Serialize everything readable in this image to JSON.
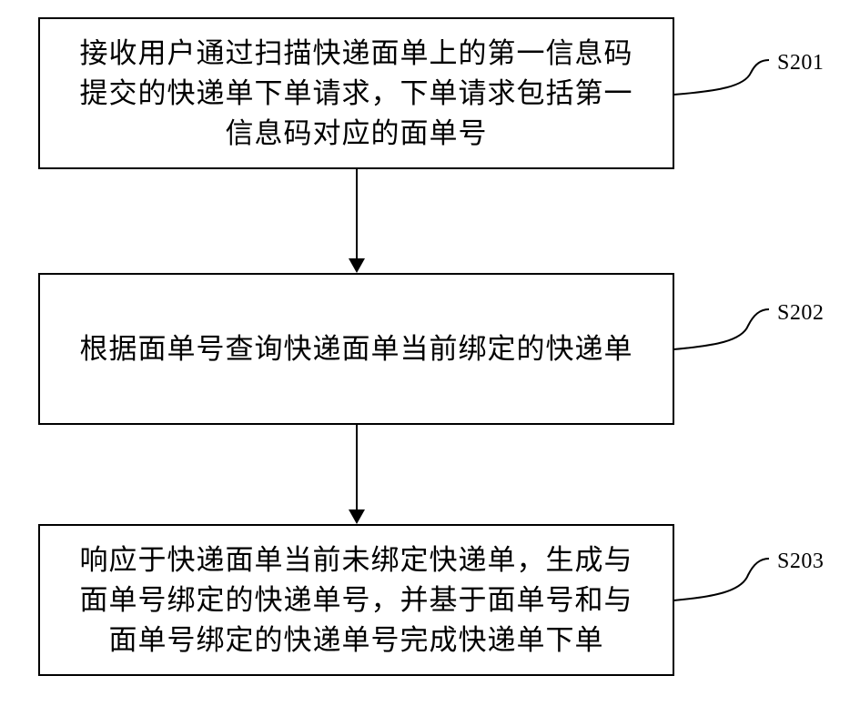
{
  "diagram": {
    "steps": [
      {
        "id": "S201",
        "text": "接收用户通过扫描快递面单上的第一信息码\n提交的快递单下单请求，下单请求包括第一\n信息码对应的面单号"
      },
      {
        "id": "S202",
        "text": "根据面单号查询快递面单当前绑定的快递单"
      },
      {
        "id": "S203",
        "text": "响应于快递面单当前未绑定快递单，生成与\n面单号绑定的快递单号，并基于面单号和与\n面单号绑定的快递单号完成快递单下单"
      }
    ],
    "stroke_color": "#000000",
    "background_color": "#ffffff"
  }
}
